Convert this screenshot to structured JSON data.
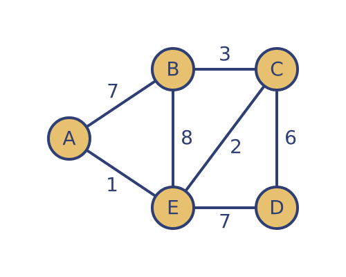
{
  "colors": {
    "stroke": "#2f3f73",
    "node_fill": "#e8c170",
    "text": "#2f3f73",
    "background": "#ffffff"
  },
  "graph": {
    "nodes": [
      {
        "id": "A",
        "label": "A"
      },
      {
        "id": "B",
        "label": "B"
      },
      {
        "id": "C",
        "label": "C"
      },
      {
        "id": "D",
        "label": "D"
      },
      {
        "id": "E",
        "label": "E"
      }
    ],
    "edges": [
      {
        "id": "AB",
        "source": "A",
        "target": "B",
        "weight": "7"
      },
      {
        "id": "AE",
        "source": "A",
        "target": "E",
        "weight": "1"
      },
      {
        "id": "BC",
        "source": "B",
        "target": "C",
        "weight": "3"
      },
      {
        "id": "BE",
        "source": "B",
        "target": "E",
        "weight": "8"
      },
      {
        "id": "CE",
        "source": "C",
        "target": "E",
        "weight": "2"
      },
      {
        "id": "CD",
        "source": "C",
        "target": "D",
        "weight": "6"
      },
      {
        "id": "ED",
        "source": "E",
        "target": "D",
        "weight": "7"
      }
    ]
  }
}
